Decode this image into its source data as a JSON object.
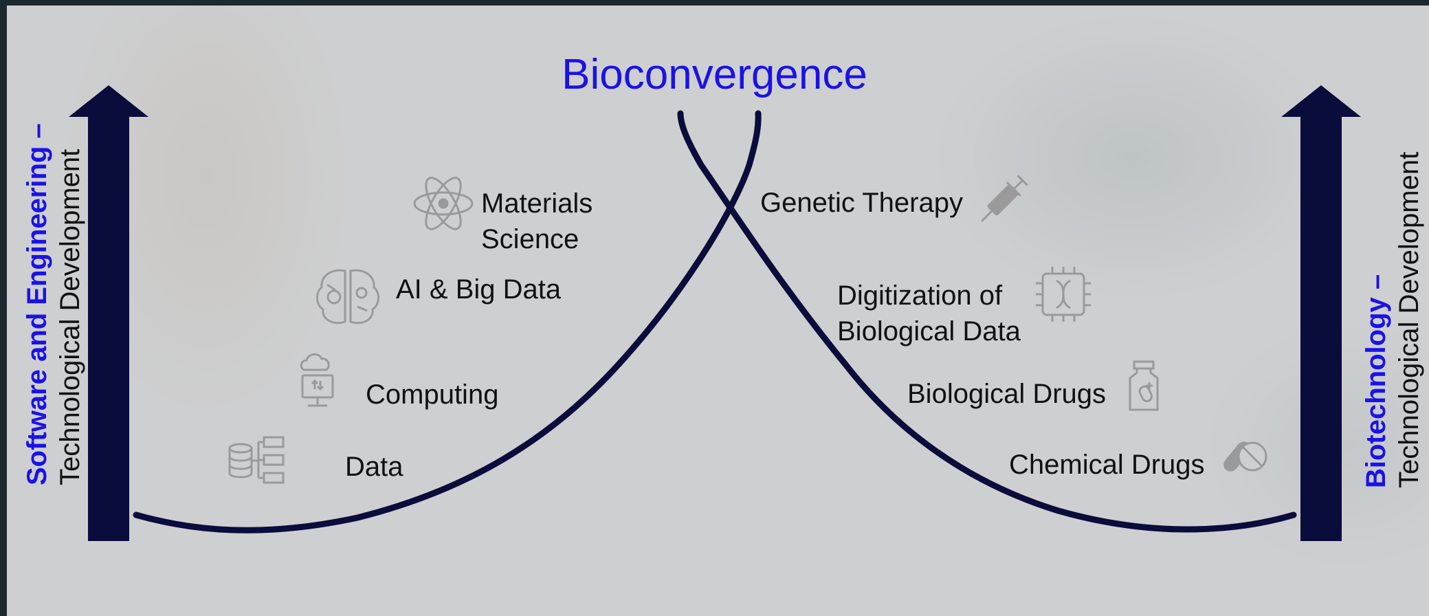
{
  "title": "Bioconvergence",
  "left_axis": {
    "strong": "Software and Engineering –",
    "plain": "Technological Development"
  },
  "right_axis": {
    "strong": "Biotechnology –",
    "plain": "Technological Development"
  },
  "left_items": [
    {
      "label": "Materials",
      "label2": "Science",
      "icon": "atom-icon"
    },
    {
      "label": "AI & Big Data",
      "icon": "brain-gear-icon"
    },
    {
      "label": "Computing",
      "icon": "cloud-computer-icon"
    },
    {
      "label": "Data",
      "icon": "database-network-icon"
    }
  ],
  "right_items": [
    {
      "label": "Genetic Therapy",
      "icon": "syringe-icon"
    },
    {
      "label": "Digitization of",
      "label2": "Biological Data",
      "icon": "dna-chip-icon"
    },
    {
      "label": "Biological Drugs",
      "icon": "medicine-bottle-icon"
    },
    {
      "label": "Chemical Drugs",
      "icon": "pill-capsule-icon"
    }
  ],
  "colors": {
    "title": "#1a12e8",
    "axis_arrow": "#0a0c3c",
    "curve": "#0a0c3c",
    "icon": "#9a9a9a"
  }
}
